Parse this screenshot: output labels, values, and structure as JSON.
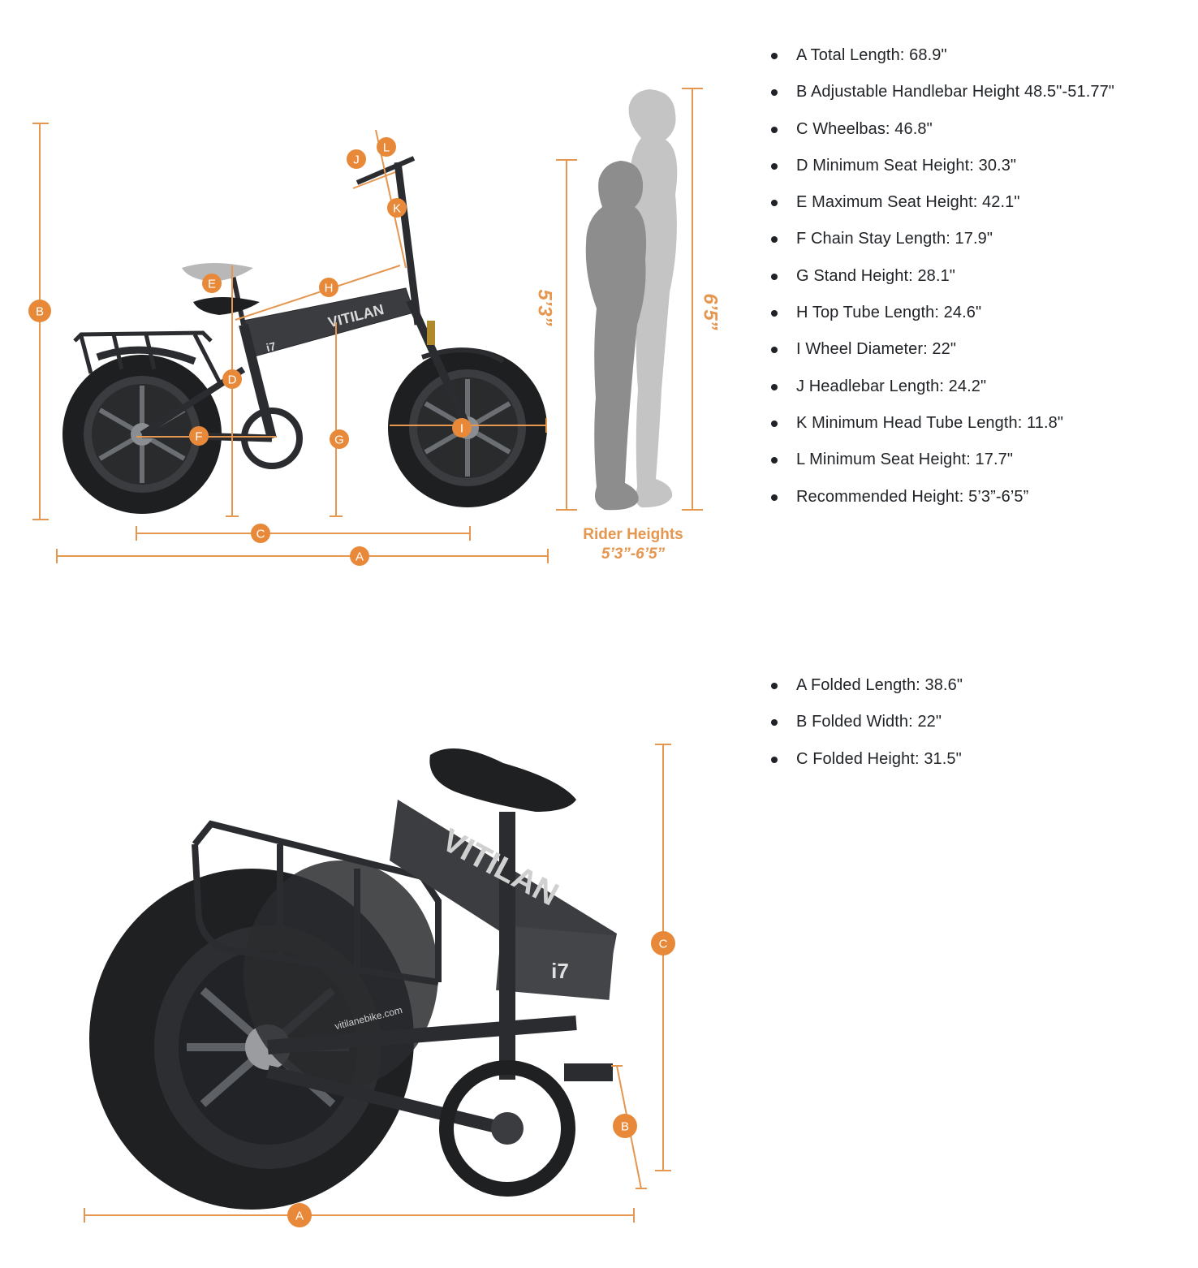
{
  "unfolded_specs": [
    "A Total Length: 68.9\"",
    "B Adjustable Handlebar Height 48.5\"-51.77\"",
    "C Wheelbas: 46.8\"",
    "D Minimum Seat Height: 30.3\"",
    "E Maximum Seat Height: 42.1\"",
    "F Chain Stay Length: 17.9\"",
    "G Stand Height: 28.1\"",
    "H Top Tube Length: 24.6\"",
    "I Wheel Diameter: 22\"",
    "J Headlebar Length: 24.2\"",
    "K Minimum Head Tube Length: 11.8\"",
    "L Minimum Seat Height: 17.7\"",
    "Recommended Height: 5’3”-6’5”"
  ],
  "folded_specs": [
    "A Folded Length: 38.6\"",
    "B Folded Width: 22\"",
    "C Folded Height: 31.5\""
  ],
  "unfolded_badges": {
    "A": "A",
    "B": "B",
    "C": "C",
    "D": "D",
    "E": "E",
    "F": "F",
    "G": "G",
    "H": "H",
    "I": "I",
    "J": "J",
    "K": "K",
    "L": "L"
  },
  "folded_badges": {
    "A": "A",
    "B": "B",
    "C": "C"
  },
  "rider": {
    "title": "Rider Heights",
    "range": "5’3”-6’5”",
    "min_height": "5’3”",
    "max_height": "6’5”"
  },
  "bike": {
    "brand": "VITILAN",
    "model": "i7",
    "website": "vitilanebike.com"
  },
  "colors": {
    "accent": "#e8893a",
    "dimension_line": "#e5964f",
    "text": "#1f2226",
    "bike": "#2a2c2f",
    "silhouette_short": "#8d8d8d",
    "silhouette_tall": "#c4c4c4"
  }
}
